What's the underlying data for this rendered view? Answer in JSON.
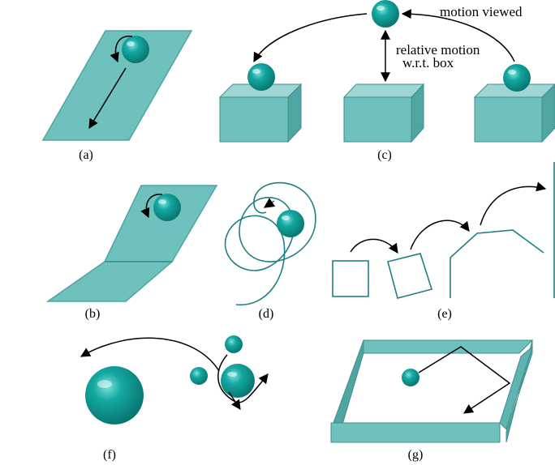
{
  "colors": {
    "teal": "#6fc1be",
    "teal_dark": "#4ea5a2",
    "teal_edge": "#3f8f8c",
    "ball": "#0e9b95",
    "ball_dark": "#0a6f6b",
    "line": "#1f7f85",
    "arrow": "#000000"
  },
  "labels": {
    "a": "(a)",
    "b": "(b)",
    "c": "(c)",
    "d": "(d)",
    "e": "(e)",
    "f": "(f)",
    "g": "(g)"
  },
  "annotations": {
    "motion_viewed": "motion viewed",
    "relative_motion_line1": "relative motion",
    "relative_motion_line2": "w.r.t. box"
  },
  "icons": [
    "ball-icon",
    "box-icon",
    "plane-icon",
    "arrow-icon"
  ]
}
